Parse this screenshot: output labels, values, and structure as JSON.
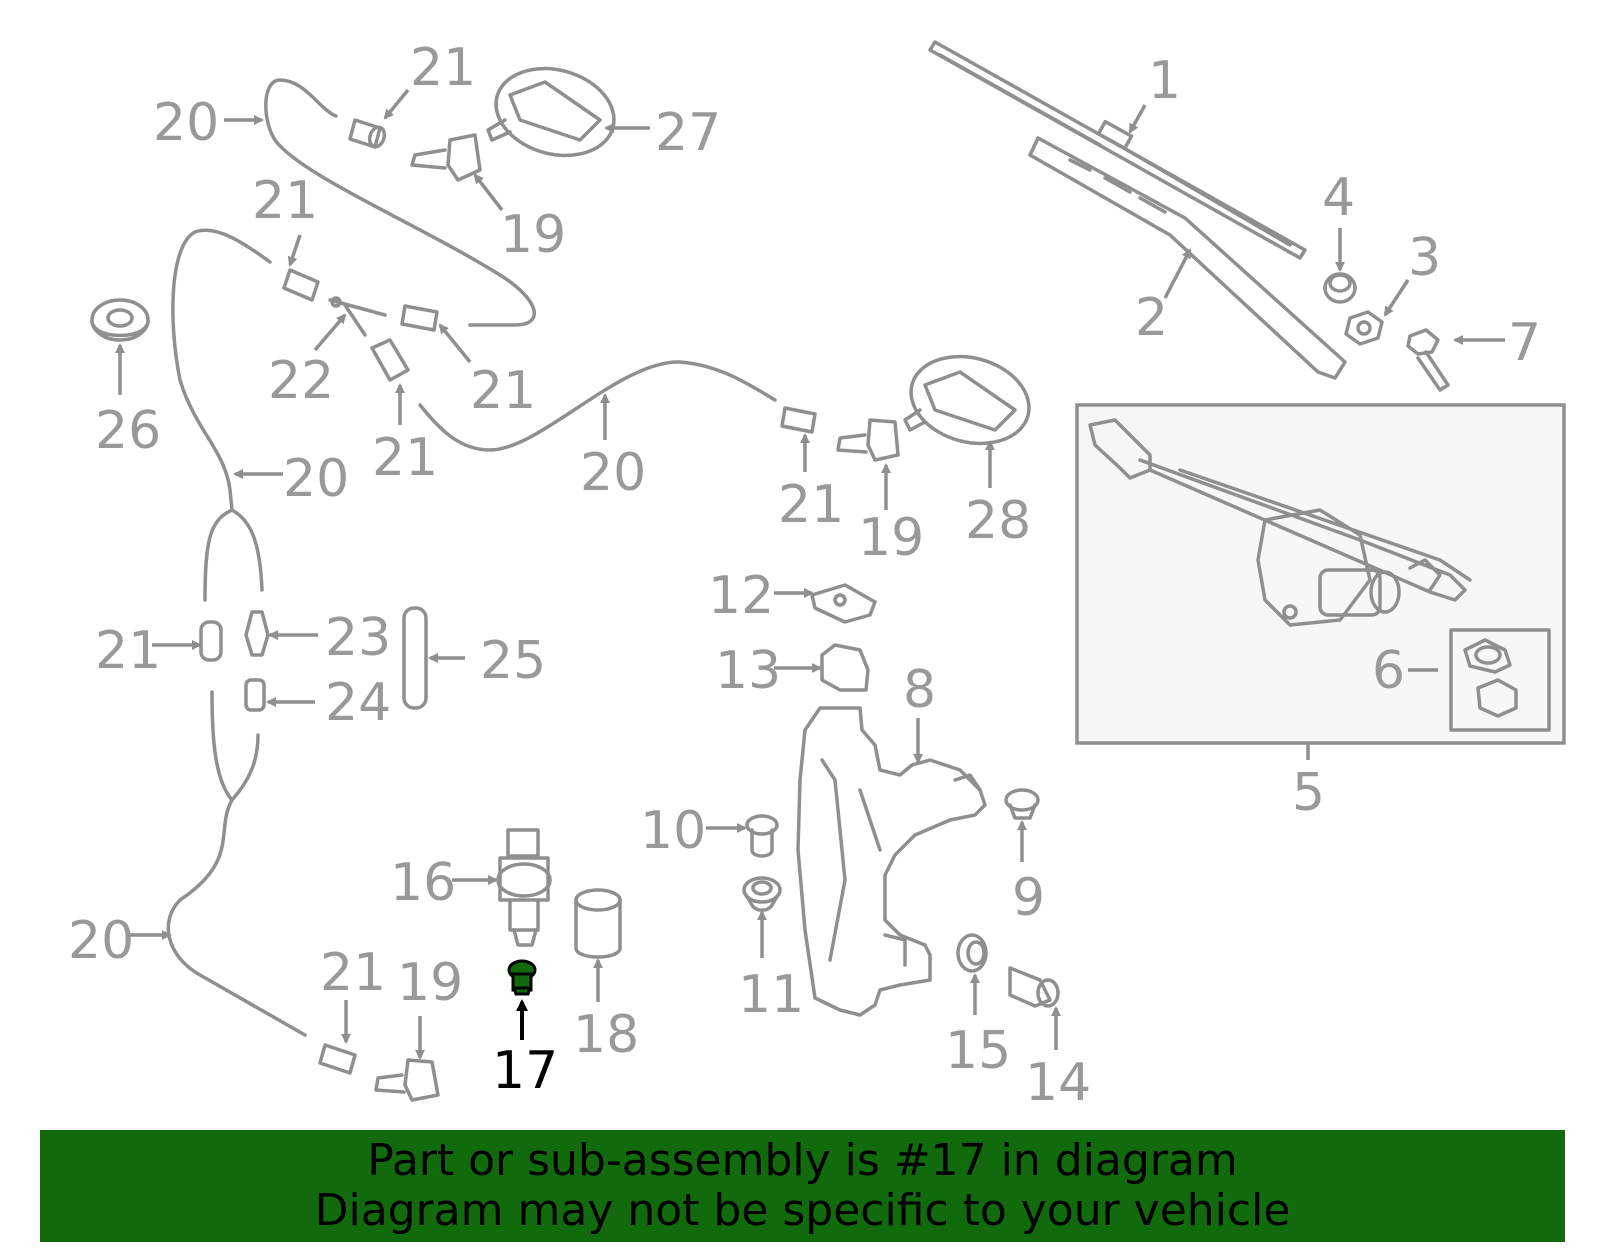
{
  "banner": {
    "line1": "Part or sub-assembly is #17 in diagram",
    "line2": "Diagram may not be specific to your vehicle",
    "color": "#116a0b"
  },
  "highlight": {
    "part": "17",
    "color": "#116a0b"
  },
  "callouts": {
    "c1": "1",
    "c2": "2",
    "c3": "3",
    "c4": "4",
    "c5": "5",
    "c6": "6",
    "c7": "7",
    "c8": "8",
    "c9": "9",
    "c10": "10",
    "c11": "11",
    "c12": "12",
    "c13": "13",
    "c14": "14",
    "c15": "15",
    "c16": "16",
    "c17": "17",
    "c18": "18",
    "c19": "19",
    "c20": "20",
    "c21": "21",
    "c22": "22",
    "c23": "23",
    "c24": "24",
    "c25": "25",
    "c26": "26",
    "c27": "27",
    "c28": "28"
  }
}
